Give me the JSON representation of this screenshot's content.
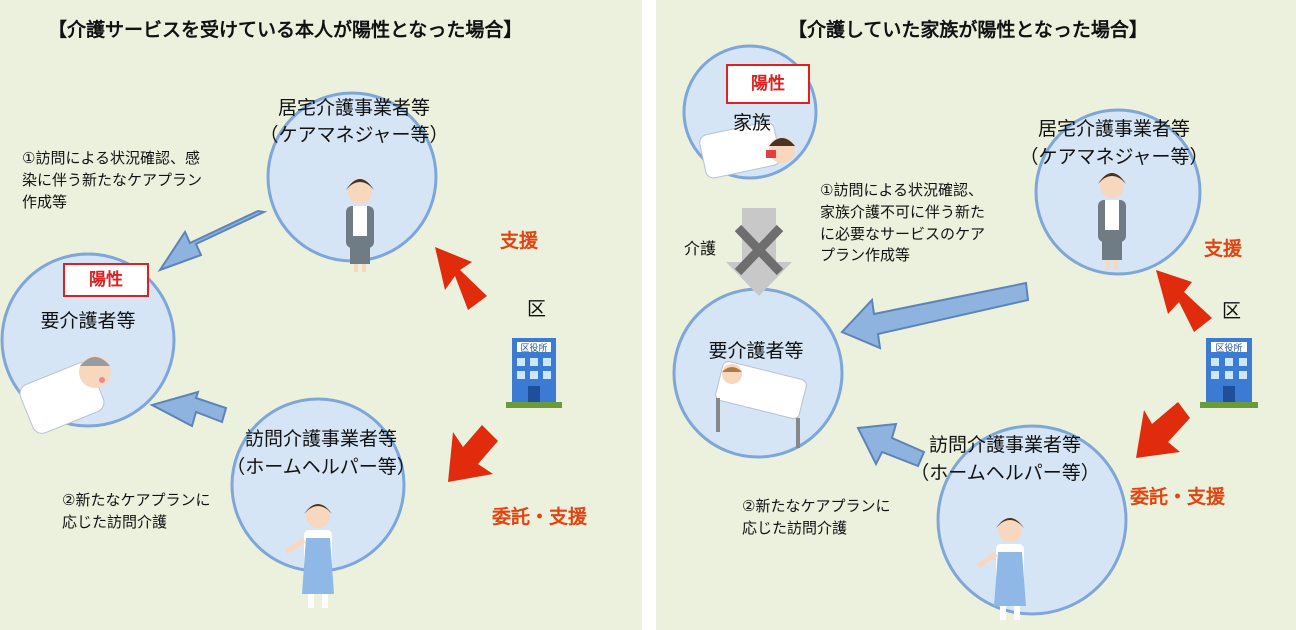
{
  "left_panel": {
    "title": "【介護サービスを受けている本人が陽性となった場合】",
    "care_office": {
      "line1": "居宅介護事業者等",
      "line2": "（ケアマネジャー等）"
    },
    "patient": {
      "badge": "陽性",
      "label": "要介護者等"
    },
    "visit_office": {
      "line1": "訪問介護事業者等",
      "line2": "（ホームヘルパー等）"
    },
    "note1": [
      "①訪問による状況確認、感",
      "染に伴う新たなケアプラン",
      "作成等"
    ],
    "note2": [
      "②新たなケアプランに",
      "応じた訪問介護"
    ],
    "ward": {
      "label": "区",
      "sign": "区役所"
    },
    "support_label": "支援",
    "delegate_label": "委託・支援"
  },
  "right_panel": {
    "title": "【介護していた家族が陽性となった場合】",
    "family": {
      "badge": "陽性",
      "label": "家族"
    },
    "care_label": "介護",
    "care_office": {
      "line1": "居宅介護事業者等",
      "line2": "（ケアマネジャー等）"
    },
    "patient": {
      "label": "要介護者等"
    },
    "visit_office": {
      "line1": "訪問介護事業者等",
      "line2": "（ホームヘルパー等）"
    },
    "note1": [
      "①訪問による状況確認、",
      "家族介護不可に伴う新た",
      "に必要なサービスのケア",
      "プラン作成等"
    ],
    "note2": [
      "②新たなケアプランに",
      "応じた訪問介護"
    ],
    "ward": {
      "label": "区",
      "sign": "区役所"
    },
    "support_label": "支援",
    "delegate_label": "委託・支援"
  },
  "colors": {
    "background": "#ebf1dd",
    "circle_fill": "#d5e5f6",
    "circle_stroke": "#7ea6d8",
    "blue_arrow": "#8fb3df",
    "red_arrow": "#e02b0c",
    "badge": "#e02020"
  }
}
